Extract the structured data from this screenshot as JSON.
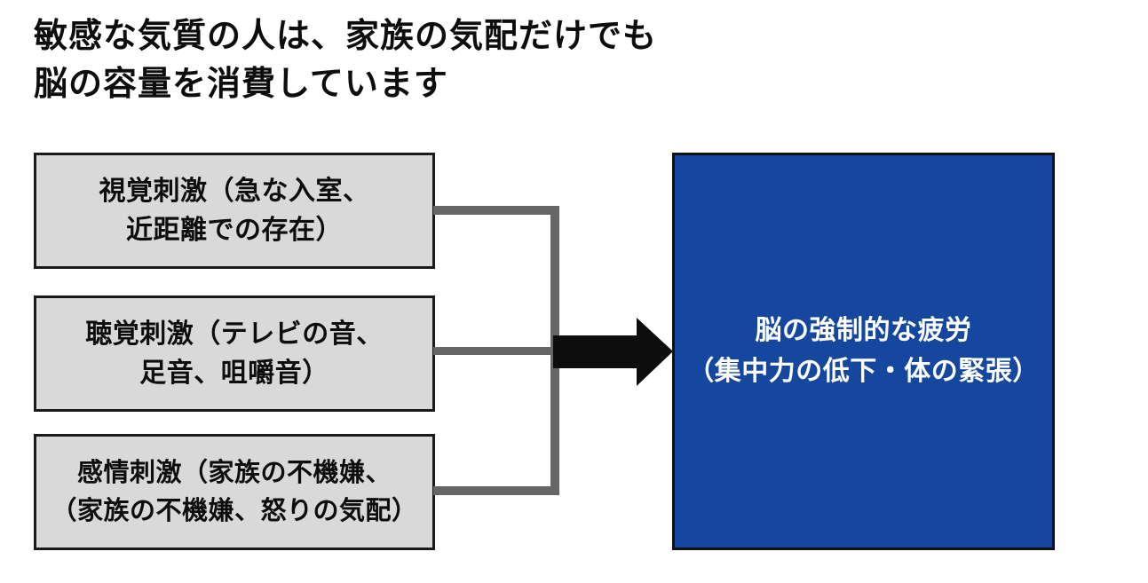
{
  "title": {
    "line1": "敏感な気質の人は、家族の気配だけでも",
    "line2": "脳の容量を消費しています"
  },
  "stimulus_boxes": [
    {
      "name": "visual-stimulus",
      "line1": "視覚刺激（急な入室、",
      "line2": "近距離での存在）"
    },
    {
      "name": "auditory-stimulus",
      "line1": "聴覚刺激（テレビの音、",
      "line2": "足音、咀嚼音）"
    },
    {
      "name": "emotional-stimulus",
      "line1": "感情刺激（家族の不機嫌、",
      "line2": "（家族の不機嫌、怒りの気配）"
    }
  ],
  "result_box": {
    "line1": "脳の強制的な疲労",
    "line2": "（集中力の低下・体の緊張）"
  },
  "colors": {
    "background": "#ffffff",
    "title_text": "#0d0d0d",
    "stimulus_fill": "#d9d9d9",
    "stimulus_border": "#1a1a1a",
    "result_fill": "#16479f",
    "result_text": "#ffffff",
    "connector": "#666666",
    "arrow": "#0d0d0d"
  }
}
